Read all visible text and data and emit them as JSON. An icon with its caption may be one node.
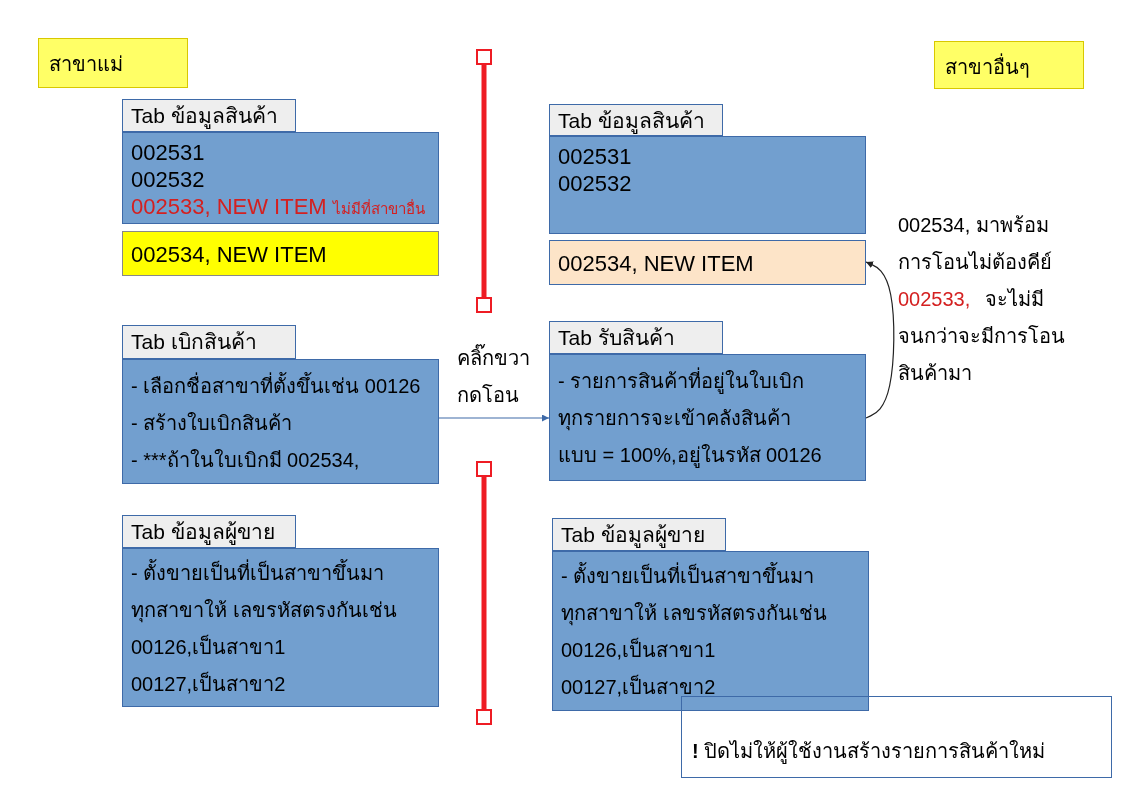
{
  "diagram": {
    "nodes": [
      {
        "text": [
          "สาขาแม่"
        ]
      },
      {
        "text": [
          "Tab ข้อมูลสินค้า"
        ]
      },
      {
        "text": [
          "002531",
          "002532",
          "002533, NEW ITEM",
          "ไม่มีที่สาขาอื่น"
        ]
      },
      {
        "text": [
          "002534, NEW ITEM"
        ]
      },
      {
        "text": [
          "สาขาอื่นๆ"
        ]
      },
      {
        "text": [
          "Tab  ข้อมูลสินค้า"
        ]
      },
      {
        "text": [
          "002531",
          "002532"
        ]
      },
      {
        "text": [
          "002534, NEW ITEM"
        ]
      },
      {
        "text": [
          "Tab เบิกสินค้า"
        ]
      },
      {
        "text": [
          "- เลือกชื่อสาขาที่ตั้งขึ้นเช่น 00126",
          "- สร้างใบเบิกสินค้า",
          "-  ***ถ้าในใบเบิกมี 002534,"
        ]
      },
      {
        "text": [
          "Tab รับสินค้า"
        ]
      },
      {
        "text": [
          "- รายการสินค้าที่อยู่ในใบเบิก",
          "ทุกรายการจะเข้าคลังสินค้า",
          "แบบ = 100%,อยู่ในรหัส 00126"
        ]
      },
      {
        "text": [
          "Tab ข้อมูลผู้ขาย"
        ]
      },
      {
        "text": [
          "- ตั้งขายเป็นที่เป็นสาขาขึ้นมา",
          "ทุกสาขาให้ เลขรหัสตรงกันเช่น",
          "00126,เป็นสาขา1",
          "00127,เป็นสาขา2"
        ]
      },
      {
        "text": [
          "Tab ข้อมูลผู้ขาย"
        ]
      },
      {
        "text": [
          "- ตั้งขายเป็นที่เป็นสาขาขึ้นมา",
          "ทุกสาขาให้ เลขรหัสตรงกันเช่น",
          "00126,เป็นสาขา1",
          "00127,เป็นสาขา2"
        ]
      },
      {
        "text": [
          "**!** ปิดไม่ให้ผู้ใช้งานสร้างรายการสินค้าใหม่"
        ]
      }
    ],
    "edges": [
      {
        "from": 9,
        "to": 11,
        "arrow": "to",
        "label": "คลิ๊กขวา กดโอน",
        "color": "#3e6aa8"
      },
      {
        "from": 11,
        "to": 7,
        "arrow": "to",
        "color": "#222222"
      }
    ],
    "labels": [
      "002534, มาพร้อม",
      "การโอนไม่ต้องคีย์",
      "002533,",
      "จะไม่มี",
      "จนกว่าจะมีการโอน",
      "สินค้ามา"
    ]
  }
}
